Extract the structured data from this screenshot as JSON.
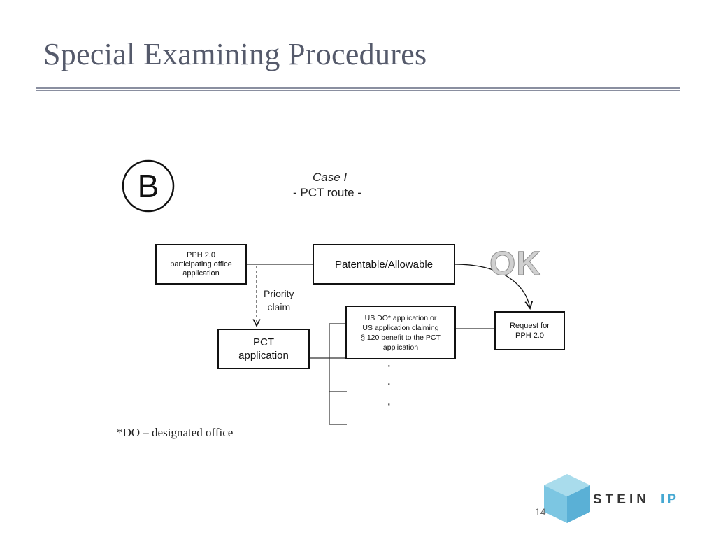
{
  "slide": {
    "title": "Special Examining Procedures",
    "page_number": "14"
  },
  "diagram": {
    "circle_label": "B",
    "case_title": "Case I",
    "case_subtitle": "- PCT route -",
    "ok_label": "OK",
    "priority_line1": "Priority",
    "priority_line2": "claim",
    "ellipsis_dot": "·",
    "boxes": {
      "pph_office": [
        "PPH 2.0",
        "participating office",
        "application"
      ],
      "patentable": "Patentable/Allowable",
      "pct": [
        "PCT",
        "application"
      ],
      "us_do": [
        "US DO* application or",
        "US application claiming",
        "§ 120 benefit to the PCT",
        "application"
      ],
      "request": [
        "Request for",
        "PPH 2.0"
      ]
    },
    "footnote": "*DO – designated office"
  },
  "logo": {
    "name_word": "STEIN",
    "ip_word": "IP",
    "cube_colors": [
      "#a9dcec",
      "#7cc6e2",
      "#5ab0d6"
    ]
  }
}
